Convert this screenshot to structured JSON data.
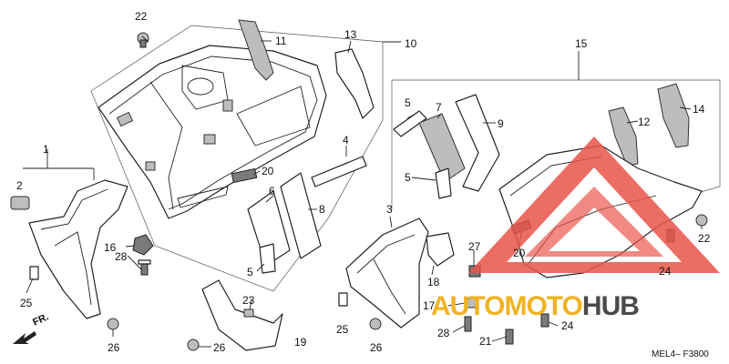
{
  "diagram": {
    "code": "MEL4– F3800",
    "watermark": {
      "text_a": "AUTOMOTO",
      "text_b": "HUB",
      "color_a": "#f0b323",
      "color_b": "#4a4a4a",
      "triangle_color": "#e8544a"
    },
    "callouts": [
      "22",
      "11",
      "13",
      "10",
      "15",
      "5",
      "7",
      "9",
      "12",
      "14",
      "1",
      "2",
      "4",
      "20",
      "6",
      "8",
      "5",
      "3",
      "16",
      "28",
      "25",
      "26",
      "23",
      "26",
      "19",
      "27",
      "18",
      "17",
      "28",
      "25",
      "26",
      "21",
      "24",
      "20",
      "24",
      "22",
      "5"
    ]
  }
}
